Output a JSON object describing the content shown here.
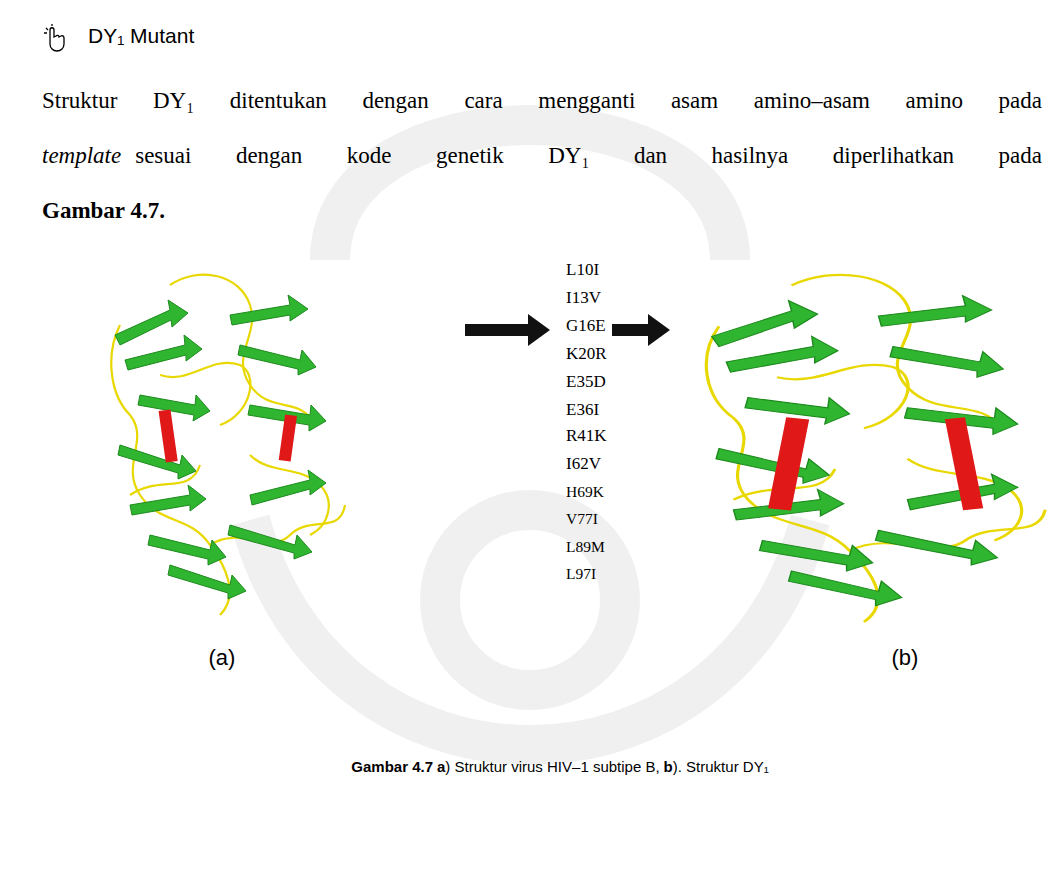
{
  "diagram": {
    "labels": [
      "DY₁ Mutant",
      "Struktur DY₁ ditentukan dengan cara mengganti asam amino–asam amino pada",
      "template",
      "sesuai dengan kode genetik DY₁ dan hasilnya diperlihatkan pada",
      "Gambar 4.7.",
      "L10I",
      "I13V",
      "G16E",
      "K20R",
      "E35D",
      "E36I",
      "R41K",
      "I62V",
      "H69K",
      "V77I",
      "L89M",
      "L97I",
      "(a)",
      "(b)",
      "Gambar 4.7",
      "a",
      ") Struktur virus HIV–1 subtipe B,",
      "b",
      "). Struktur DY₁"
    ]
  }
}
